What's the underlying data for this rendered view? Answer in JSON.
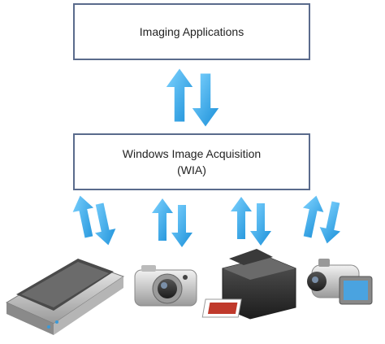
{
  "apps_box": {
    "label": "Imaging Applications"
  },
  "wia_box": {
    "line1": "Windows Image Acquisition",
    "line2": "(WIA)"
  },
  "devices": [
    {
      "icon": "flatbed-scanner-icon"
    },
    {
      "icon": "digital-camera-icon"
    },
    {
      "icon": "multifunction-printer-icon"
    },
    {
      "icon": "video-camcorder-icon"
    }
  ],
  "colors": {
    "box_border": "#5a6b8c",
    "arrow_light": "#5fc4ff",
    "arrow_dark": "#1a8fd8"
  }
}
